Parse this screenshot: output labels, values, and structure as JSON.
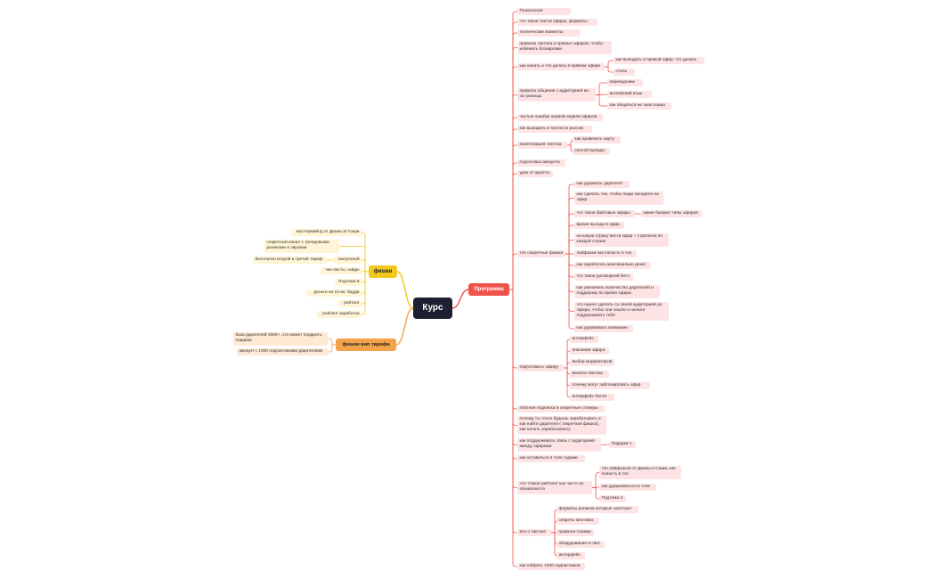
{
  "root": "Курс",
  "branches": {
    "program": "Программа",
    "features": "фишки",
    "vip": "фишки вип тарифа"
  },
  "program": {
    "psychology": "Психология",
    "what_is_tiktok": "что такое тикток эфиры, форматы",
    "tech_moments": "технические моменты",
    "rules_no_ban": "правила тиктока и прямых эфиров, чтобы избежать блокировки",
    "how_start": "как начать и что делать в прямом эфире",
    "how_start_what": "как выходить в прямой эфир, что делать",
    "how_start_style": "стиль",
    "foreign_rules": "правила общения с аудиторией из-за границы",
    "translators": "переводчики",
    "english": "английский язык",
    "no_language": "как общаться не зная языка",
    "first_week_mistakes": "частые ошибки первой недели эфиров",
    "from_russia": "как выходить в тикток из россии",
    "monetization": "монетизация тиктока",
    "attach_card": "как привязать карту",
    "withdraw": "способ вывода",
    "account_prep": "подготовка аккаунта",
    "lawyer": "урок от юриста",
    "top_secret": "топ секретные фишки",
    "keep_donors": "как удержать дарителя",
    "make_join": "как сделать так, чтобы люди заходили на эфир",
    "bait_streams": "что такое байтовые эфиры",
    "bait_types": "какие бывают типы эфиров",
    "stream_time": "время выхода в эфир",
    "country_strategy": "на какую страну вести эфир + стратегия по каждой стране",
    "top_hacks": "лайфхаки как попасть в топ",
    "earn_max": "как заработать максимально денег",
    "arranged_battle": "что такое договорной батл",
    "more_donors": "как увеличить количество дарителей и поддержку во время эфира",
    "audience_before": "что нужно сделать со своей аудиторией до эфира, чтобы они зашли и начали поддерживать тебя",
    "hold_attention": "как удерживать внимание",
    "stream_prep": "подготовка к эфиру",
    "interface": "интерфейс",
    "stream_desc": "описание эфира",
    "moderators": "выбор модераторов",
    "currency": "валюта тиктока",
    "why_block": "почему могут заблокировать эфир",
    "battle_interface": "интерфейс батла",
    "paid_sub": "платная подписка и секретные стикеры",
    "why_earn": "почему ты точно будешь зарабатывать и как найти дарителя ( секретная фишка), как начать зарабатывать)",
    "keep_contact": "как поддерживать связь с аудиторией между эфирами",
    "gifts1": "Подарки 1",
    "stay_top": "как оставаться в топе годами",
    "rating": "что ттакое рейтинг/ как часто он обновляется",
    "top_hacks2": "топ лайфхаков от Дианы и Саши, как попасть в топ",
    "how_stay": "как удерживаться в топе",
    "gifts3": "Подтема 3",
    "all_tiktok": "все о тиктоке",
    "formats_viral": "форматы роликов которые залетают",
    "editing": "секреты монтажа",
    "shooting_rules": "правила съемки",
    "equipment": "оборудование и свет",
    "interface2": "интерфейс",
    "followers": "как набрать 1000 подписчиков"
  },
  "features": {
    "masterclass": "мастермайнд от Дианы И Саши",
    "secret_channel": "секретный канал с трендовыми роликами и звуками",
    "graduation": "выпускной",
    "free_tariffs": "бесплатно второй и третий тариф",
    "lives_games": "чек-листы, гайды",
    "topic5": "Подтема 5",
    "money_10x": "деньги на 10-ки, бадди",
    "rating": "рейтинг",
    "earn_rating": "рейтинг заработка"
  },
  "vip": {
    "donor_base": "база дарителей 3000+, это может подарить подарки",
    "account_1000": "аккаунт с 1000 подписчиками дарителями"
  },
  "colors": {
    "program_branch": "#f0524a",
    "features_branch": "#f3c81c",
    "vip_branch": "#f3a34a",
    "root": "#1f1f33",
    "program_leaf": "#fde3e3",
    "features_leaf": "#fff5d6"
  }
}
